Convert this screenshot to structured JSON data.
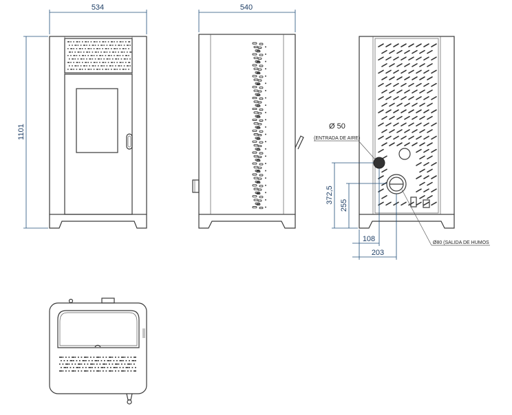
{
  "dimensions": {
    "front_width": "534",
    "side_width": "540",
    "height": "1101",
    "air_inlet_height": "372,5",
    "flue_height": "255",
    "air_inlet_offset": "108",
    "flue_offset": "203"
  },
  "labels": {
    "air_inlet_diameter": "Ø 50",
    "air_inlet_name": "(ENTRADA DE AIRE)",
    "flue_outlet": "Ø80 (SALIDA DE HUMOS"
  },
  "colors": {
    "dimension": "#1f4e79",
    "outline": "#3a3a3a"
  }
}
